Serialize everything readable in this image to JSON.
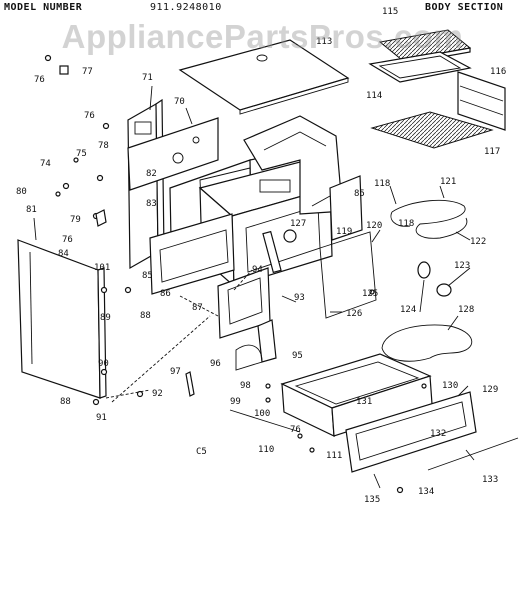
{
  "header": {
    "model_label": "MODEL NUMBER",
    "model_number": "911.9248010",
    "section": "BODY SECTION"
  },
  "watermark": "AppliancePartsPros.com",
  "figure_code": "C5",
  "callouts": [
    {
      "id": "76a",
      "text": "76"
    },
    {
      "id": "77",
      "text": "77"
    },
    {
      "id": "71",
      "text": "71"
    },
    {
      "id": "70",
      "text": "70"
    },
    {
      "id": "76b",
      "text": "76"
    },
    {
      "id": "78",
      "text": "78"
    },
    {
      "id": "75",
      "text": "75"
    },
    {
      "id": "74",
      "text": "74"
    },
    {
      "id": "82",
      "text": "82"
    },
    {
      "id": "80",
      "text": "80"
    },
    {
      "id": "83",
      "text": "83"
    },
    {
      "id": "79",
      "text": "79"
    },
    {
      "id": "81",
      "text": "81"
    },
    {
      "id": "76c",
      "text": "76"
    },
    {
      "id": "84",
      "text": "84"
    },
    {
      "id": "101",
      "text": "101"
    },
    {
      "id": "85a",
      "text": "85"
    },
    {
      "id": "86",
      "text": "86"
    },
    {
      "id": "89",
      "text": "89"
    },
    {
      "id": "88a",
      "text": "88"
    },
    {
      "id": "87",
      "text": "87"
    },
    {
      "id": "90",
      "text": "90"
    },
    {
      "id": "92",
      "text": "92"
    },
    {
      "id": "88b",
      "text": "88"
    },
    {
      "id": "91",
      "text": "91"
    },
    {
      "id": "97",
      "text": "97"
    },
    {
      "id": "96",
      "text": "96"
    },
    {
      "id": "95",
      "text": "95"
    },
    {
      "id": "94",
      "text": "94"
    },
    {
      "id": "93",
      "text": "93"
    },
    {
      "id": "127",
      "text": "127"
    },
    {
      "id": "118a",
      "text": "118"
    },
    {
      "id": "85b",
      "text": "85"
    },
    {
      "id": "119",
      "text": "119"
    },
    {
      "id": "120",
      "text": "120"
    },
    {
      "id": "118b",
      "text": "118"
    },
    {
      "id": "121",
      "text": "121"
    },
    {
      "id": "122",
      "text": "122"
    },
    {
      "id": "123",
      "text": "123"
    },
    {
      "id": "125",
      "text": "125"
    },
    {
      "id": "124",
      "text": "124"
    },
    {
      "id": "126",
      "text": "126"
    },
    {
      "id": "128",
      "text": "128"
    },
    {
      "id": "98",
      "text": "98"
    },
    {
      "id": "99",
      "text": "99"
    },
    {
      "id": "100",
      "text": "100"
    },
    {
      "id": "131",
      "text": "131"
    },
    {
      "id": "130",
      "text": "130"
    },
    {
      "id": "129",
      "text": "129"
    },
    {
      "id": "132",
      "text": "132"
    },
    {
      "id": "76d",
      "text": "76"
    },
    {
      "id": "110",
      "text": "110"
    },
    {
      "id": "111",
      "text": "111"
    },
    {
      "id": "133",
      "text": "133"
    },
    {
      "id": "135",
      "text": "135"
    },
    {
      "id": "134",
      "text": "134"
    },
    {
      "id": "113",
      "text": "113"
    },
    {
      "id": "115",
      "text": "115"
    },
    {
      "id": "114",
      "text": "114"
    },
    {
      "id": "116",
      "text": "116"
    },
    {
      "id": "117",
      "text": "117"
    }
  ]
}
